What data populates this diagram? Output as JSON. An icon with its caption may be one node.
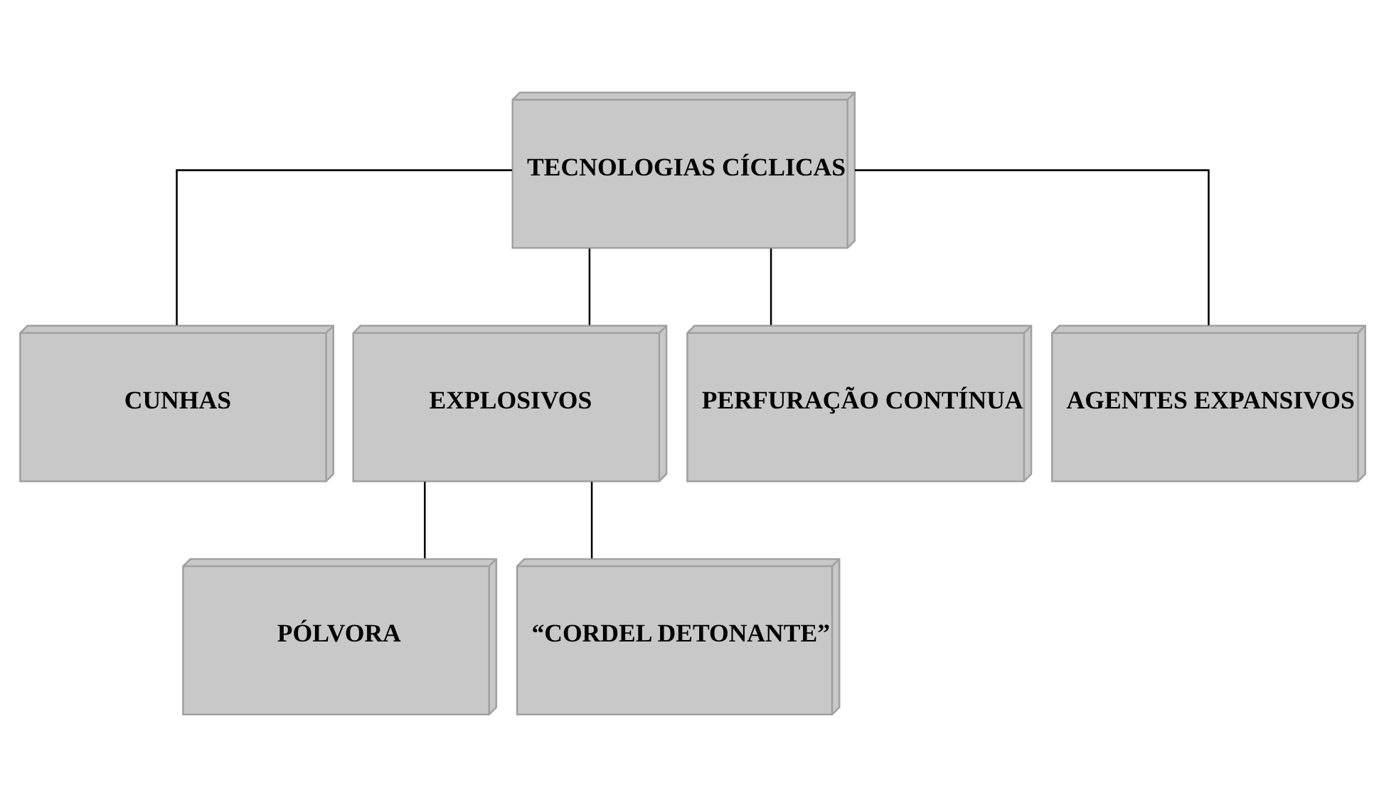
{
  "diagram": {
    "nodes": [
      {
        "text": [
          "TECNOLOGIAS CÍCLICAS"
        ]
      },
      {
        "text": [
          "CUNHAS"
        ]
      },
      {
        "text": [
          "EXPLOSIVOS"
        ]
      },
      {
        "text": [
          "PERFURAÇÃO CONTÍNUA"
        ]
      },
      {
        "text": [
          "AGENTES EXPANSIVOS"
        ]
      },
      {
        "text": [
          "PÓLVORA"
        ]
      },
      {
        "text": [
          "“CORDEL DETONANTE”"
        ]
      }
    ],
    "edges": [
      {
        "from": 0,
        "to": 1,
        "arrow": "none"
      },
      {
        "from": 0,
        "to": 2,
        "arrow": "none"
      },
      {
        "from": 0,
        "to": 3,
        "arrow": "none"
      },
      {
        "from": 0,
        "to": 4,
        "arrow": "none"
      },
      {
        "from": 2,
        "to": 5,
        "arrow": "none"
      },
      {
        "from": 2,
        "to": 6,
        "arrow": "none"
      }
    ]
  }
}
